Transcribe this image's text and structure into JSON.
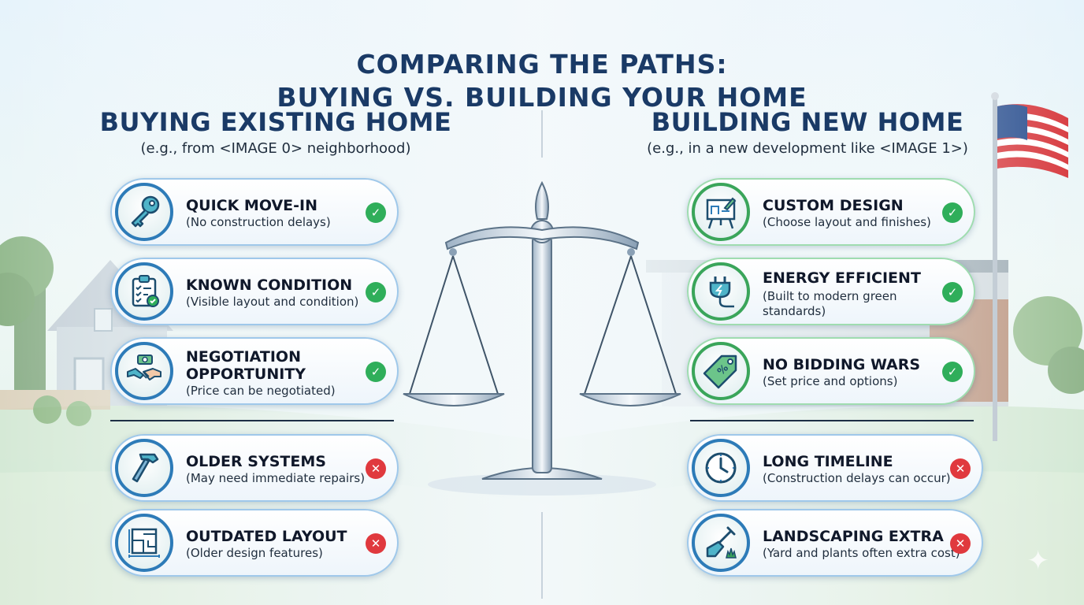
{
  "title": {
    "line1": "COMPARING THE PATHS:",
    "line2": "BUYING VS. BUILDING YOUR HOME"
  },
  "left": {
    "heading": "BUYING EXISTING HOME",
    "subheading": "(e.g., from <IMAGE 0> neighborhood)",
    "pros": [
      {
        "title": "QUICK MOVE-IN",
        "desc": "(No construction delays)",
        "icon": "key-icon"
      },
      {
        "title": "KNOWN CONDITION",
        "desc": "(Visible layout and condition)",
        "icon": "clipboard-checklist-icon"
      },
      {
        "title": "NEGOTIATION OPPORTUNITY",
        "desc": "(Price can be negotiated)",
        "icon": "handshake-icon"
      }
    ],
    "cons": [
      {
        "title": "OLDER SYSTEMS",
        "desc": "(May need immediate repairs)",
        "icon": "hammer-icon"
      },
      {
        "title": "OUTDATED LAYOUT",
        "desc": "(Older design features)",
        "icon": "floorplan-icon"
      }
    ]
  },
  "right": {
    "heading": "BUILDING NEW HOME",
    "subheading": "(e.g., in a new development like <IMAGE 1>)",
    "pros": [
      {
        "title": "CUSTOM DESIGN",
        "desc": "(Choose layout and finishes)",
        "icon": "blueprint-easel-icon"
      },
      {
        "title": "ENERGY EFFICIENT",
        "desc": "(Built to modern green standards)",
        "icon": "plug-icon"
      },
      {
        "title": "NO BIDDING WARS",
        "desc": "(Set price and options)",
        "icon": "price-tag-icon"
      }
    ],
    "cons": [
      {
        "title": "LONG TIMELINE",
        "desc": "(Construction delays can occur)",
        "icon": "clock-icon"
      },
      {
        "title": "LANDSCAPING EXTRA",
        "desc": "(Yard and plants often extra cost)",
        "icon": "shovel-icon"
      }
    ]
  },
  "status_marks": {
    "check": "✓",
    "cross": "✕"
  },
  "colors": {
    "title": "#1a3a66",
    "check": "#2fae5a",
    "cross": "#e0393e",
    "badge_blue": "#2d7bb8",
    "badge_green": "#3aa55a"
  }
}
